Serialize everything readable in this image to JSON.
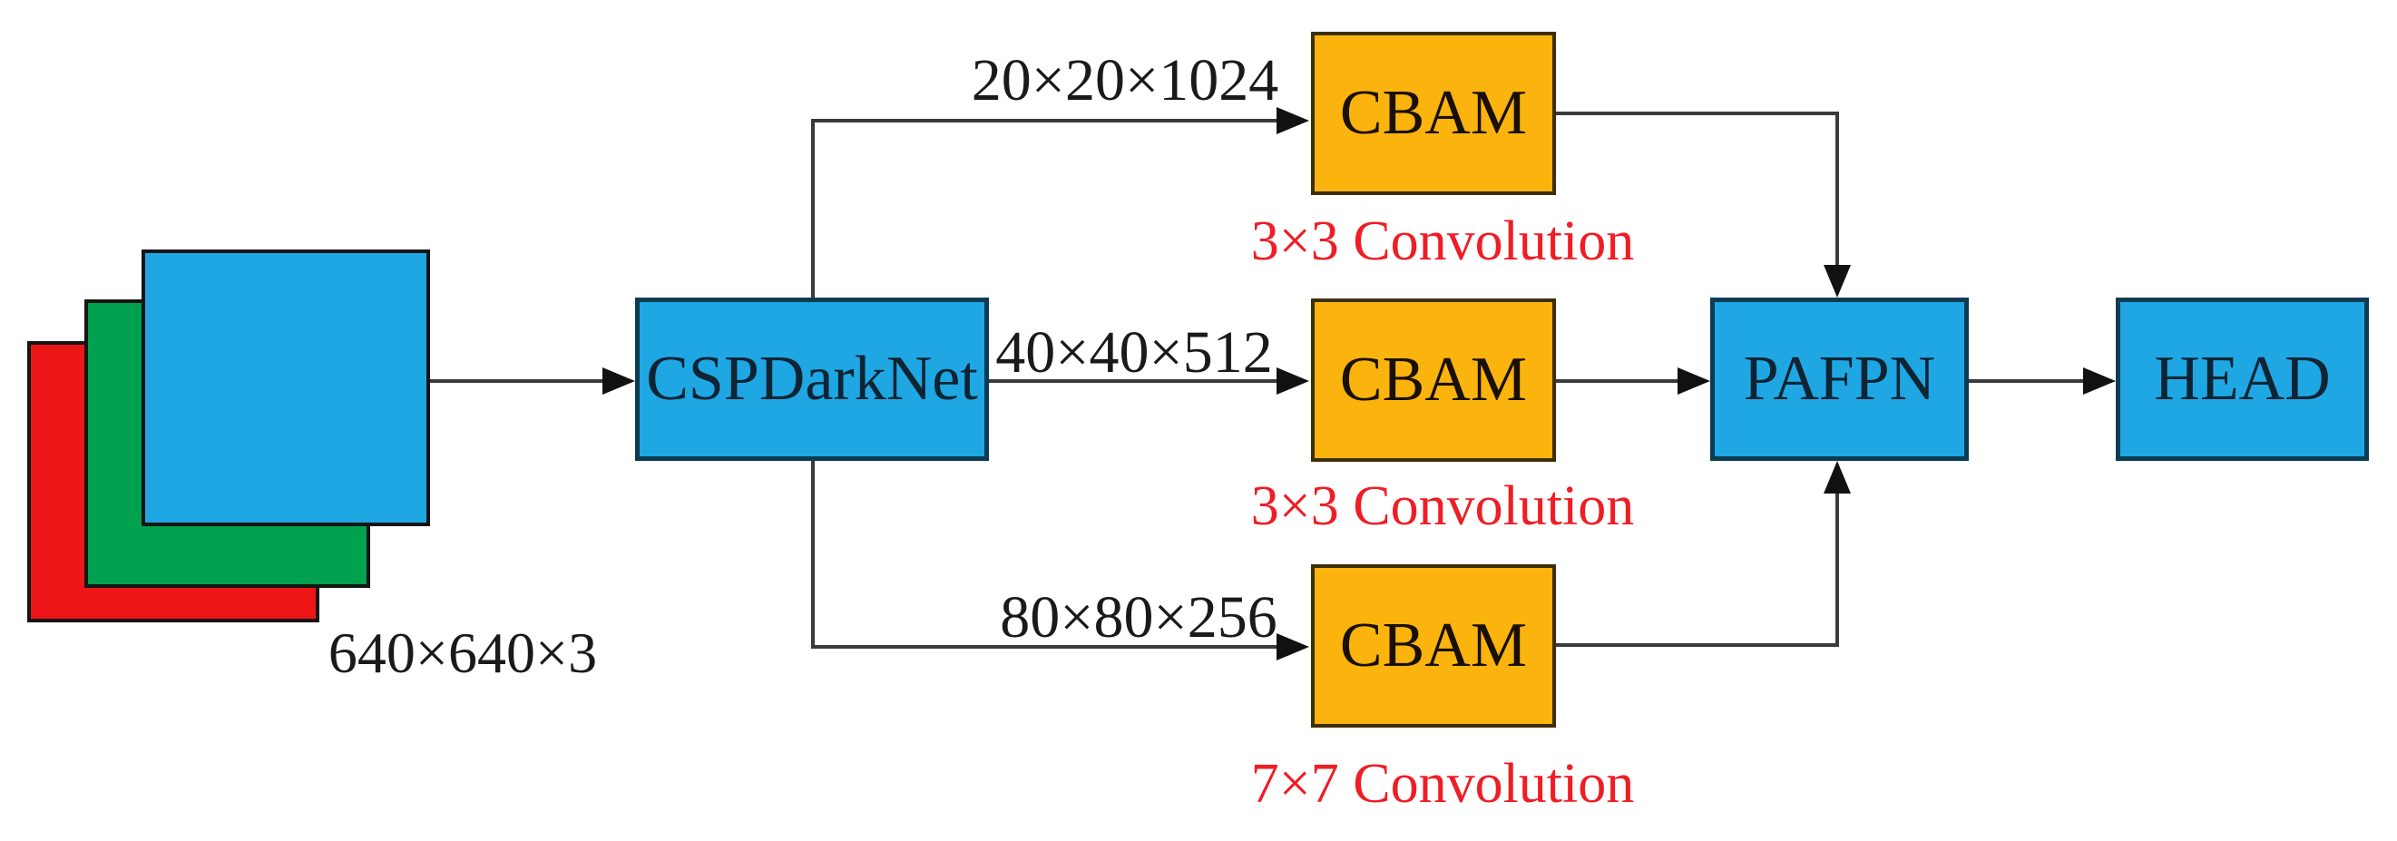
{
  "diagram": {
    "title": "YOLO-style detection architecture with CBAM attention",
    "input": {
      "label": "640×640×3",
      "layers": [
        "red-channel",
        "green-channel",
        "blue-channel"
      ]
    },
    "backbone": {
      "label": "CSPDarkNet"
    },
    "branches": [
      {
        "dim_label": "20×20×1024",
        "module_label": "CBAM",
        "conv_label": "3×3 Convolution"
      },
      {
        "dim_label": "40×40×512",
        "module_label": "CBAM",
        "conv_label": "3×3 Convolution"
      },
      {
        "dim_label": "80×80×256",
        "module_label": "CBAM",
        "conv_label": "7×7 Convolution"
      }
    ],
    "neck": {
      "label": "PAFPN"
    },
    "head": {
      "label": "HEAD"
    },
    "colors": {
      "box_blue_fill": "#1FA7E4",
      "box_blue_border": "#0C3B52",
      "box_orange_fill": "#FBB40D",
      "box_orange_border": "#3D2E05",
      "square_red": "#EE1519",
      "square_green": "#00A14E",
      "square_blue": "#1FA7E4",
      "conv_text_red": "#EF1D25",
      "dim_text": "#1A1A1A",
      "connector": "#3A3A3A",
      "arrowhead": "#111111"
    }
  }
}
